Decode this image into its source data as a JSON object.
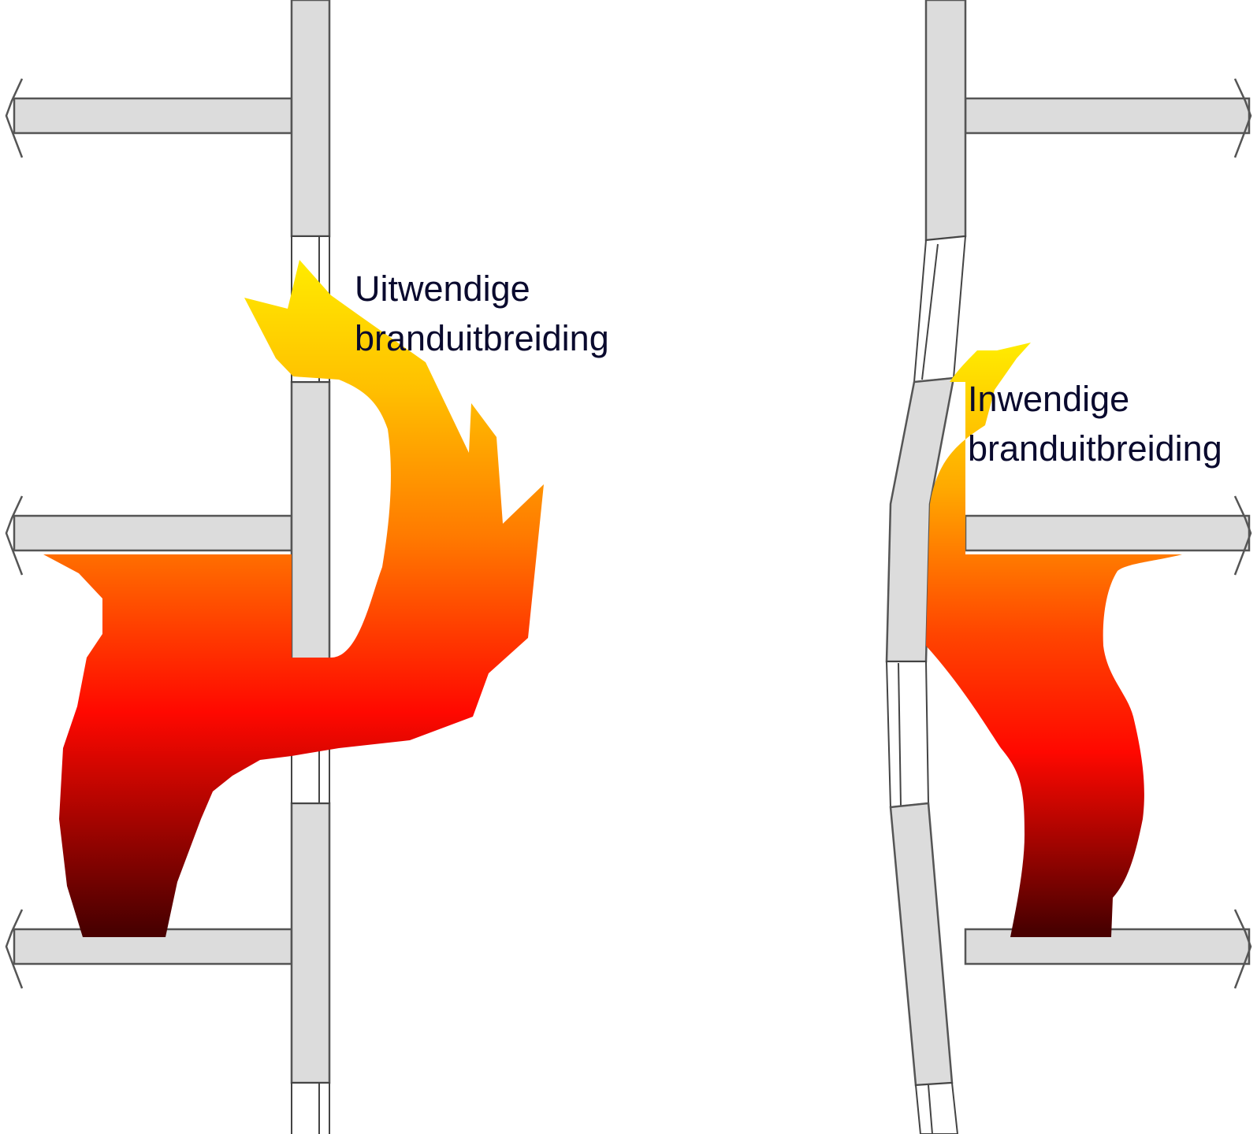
{
  "diagram": {
    "left_panel": {
      "label_lines": [
        "Uitwendige",
        "branduitbreiding"
      ]
    },
    "right_panel": {
      "label_lines": [
        "Inwendige",
        "branduitbreiding"
      ]
    },
    "colors": {
      "wall_fill": "#dcdcdc",
      "outline": "#555555",
      "flame_top": "#ffee00",
      "flame_mid": "#ff8800",
      "flame_red": "#ff0000",
      "flame_bottom": "#4a0000",
      "label_text": "#0a0a2e"
    }
  }
}
